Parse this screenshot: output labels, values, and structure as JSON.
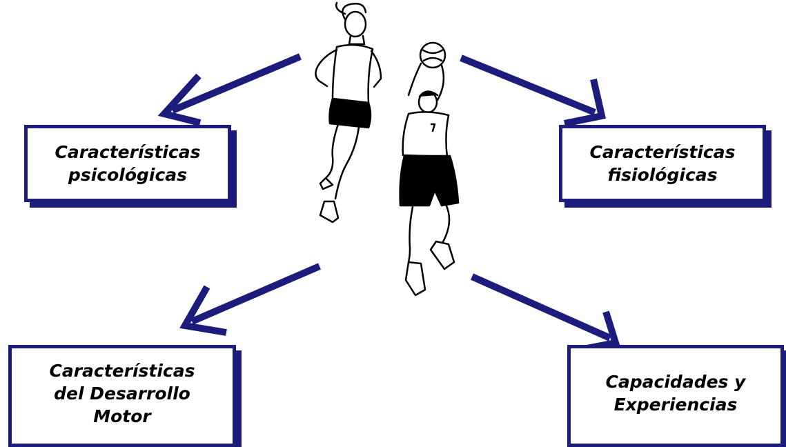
{
  "boxes": {
    "top_left": "Características\npsicológicas",
    "top_right": "Características\nfisiológicas",
    "bottom_left": "Características\ndel Desarrollo\nMotor",
    "bottom_right": "Capacidades y\nExperiencias"
  },
  "colors": {
    "arrow": "#1c1c7c",
    "box_border": "#1c1c7c",
    "text": "#000000"
  },
  "illustration": "basketball-players-icon"
}
